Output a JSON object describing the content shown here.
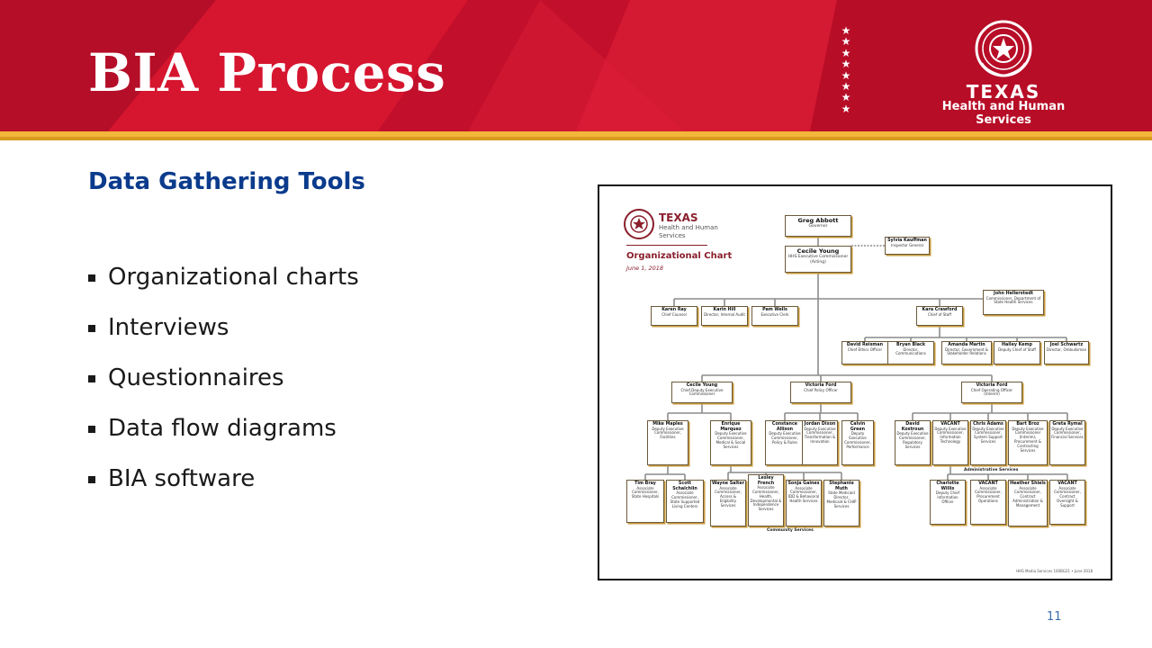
{
  "slide": {
    "title": "BIA Process",
    "subtitle": "Data Gathering Tools",
    "bullets": [
      "Organizational charts",
      "Interviews",
      "Questionnaires",
      "Data flow diagrams",
      "BIA software"
    ],
    "page_number": "11",
    "colors": {
      "header_red": "#c8102e",
      "gold": "#f2b63a",
      "subtitle_blue": "#0b3b8c",
      "page_number_blue": "#3a6fb0"
    }
  },
  "logo": {
    "line1": "TEXAS",
    "line2": "Health and Human",
    "line3": "Services",
    "icon": "texas-star-seal-icon"
  },
  "org_chart": {
    "brand_line1": "TEXAS",
    "brand_line2": "Health and Human",
    "brand_line3": "Services",
    "title": "Organizational Chart",
    "date": "June 1, 2018",
    "footer": "HHS Media Services 100BG21 • June 2018",
    "admin_group": "Administrative Services",
    "community_group": "Community Services",
    "boxes": [
      {
        "name": "Greg Abbott",
        "role": "Governor"
      },
      {
        "name": "Cecile Young",
        "role": "HHS Executive Commissioner (Acting)"
      },
      {
        "name": "Sylvia Kauffman",
        "role": "Inspector General"
      },
      {
        "name": "John Hellerstedt",
        "role": "Commissioner, Department of State Health Services"
      },
      {
        "name": "Karen Ray",
        "role": "Chief Counsel"
      },
      {
        "name": "Karin Hill",
        "role": "Director, Internal Audit"
      },
      {
        "name": "Pam Wells",
        "role": "Executive Clerk"
      },
      {
        "name": "Kara Crawford",
        "role": "Chief of Staff"
      },
      {
        "name": "David Reisman",
        "role": "Chief Ethics Officer"
      },
      {
        "name": "Bryan Black",
        "role": "Director, Communications"
      },
      {
        "name": "Amanda Martin",
        "role": "Director, Government & Stakeholder Relations"
      },
      {
        "name": "Hailey Kemp",
        "role": "Deputy Chief of Staff"
      },
      {
        "name": "Joel Schwartz",
        "role": "Director, Ombudsman"
      },
      {
        "name": "Cecile Young",
        "role": "Chief Deputy Executive Commissioner"
      },
      {
        "name": "Victoria Ford",
        "role": "Chief Policy Officer"
      },
      {
        "name": "Victoria Ford",
        "role": "Chief Operating Officer (Interim)"
      },
      {
        "name": "Mike Maples",
        "role": "Deputy Executive Commissioner, Facilities"
      },
      {
        "name": "Enrique Marquez",
        "role": "Deputy Executive Commissioner, Medical & Social Services"
      },
      {
        "name": "Constance Allison",
        "role": "Deputy Executive Commissioner, Policy & Rules"
      },
      {
        "name": "Jordan Dixon",
        "role": "Deputy Executive Commissioner, Transformation & Innovation"
      },
      {
        "name": "Calvin Green",
        "role": "Deputy Executive Commissioner, Performance"
      },
      {
        "name": "David Kostroun",
        "role": "Deputy Executive Commissioner, Regulatory Services"
      },
      {
        "name": "VACANT",
        "role": "Deputy Executive Commissioner, Information Technology"
      },
      {
        "name": "Chris Adams",
        "role": "Deputy Executive Commissioner, System Support Services"
      },
      {
        "name": "Bart Broz",
        "role": "Deputy Executive Commissioner (Interim), Procurement & Contracting Services"
      },
      {
        "name": "Greta Rymal",
        "role": "Deputy Executive Commissioner, Financial Services"
      },
      {
        "name": "Tim Bray",
        "role": "Associate Commissioner, State Hospitals"
      },
      {
        "name": "Scott Schalchlin",
        "role": "Associate Commissioner, State Supported Living Centers"
      },
      {
        "name": "Wayne Salter",
        "role": "Associate Commissioner, Access & Eligibility Services"
      },
      {
        "name": "Lesley French",
        "role": "Associate Commissioner, Health, Developmental & Independence Services"
      },
      {
        "name": "Sonja Gaines",
        "role": "Associate Commissioner, IDD & Behavioral Health Services"
      },
      {
        "name": "Stephanie Muth",
        "role": "State Medicaid Director, Medicaid & CHIP Services"
      },
      {
        "name": "Charlotte Willis",
        "role": "Deputy Chief Information Officer"
      },
      {
        "name": "VACANT",
        "role": "Associate Commissioner, Procurement Operations"
      },
      {
        "name": "Heather Shiels",
        "role": "Associate Commissioner, Contract Administration & Management"
      },
      {
        "name": "VACANT",
        "role": "Associate Commissioner, Contract Oversight & Support"
      }
    ]
  }
}
